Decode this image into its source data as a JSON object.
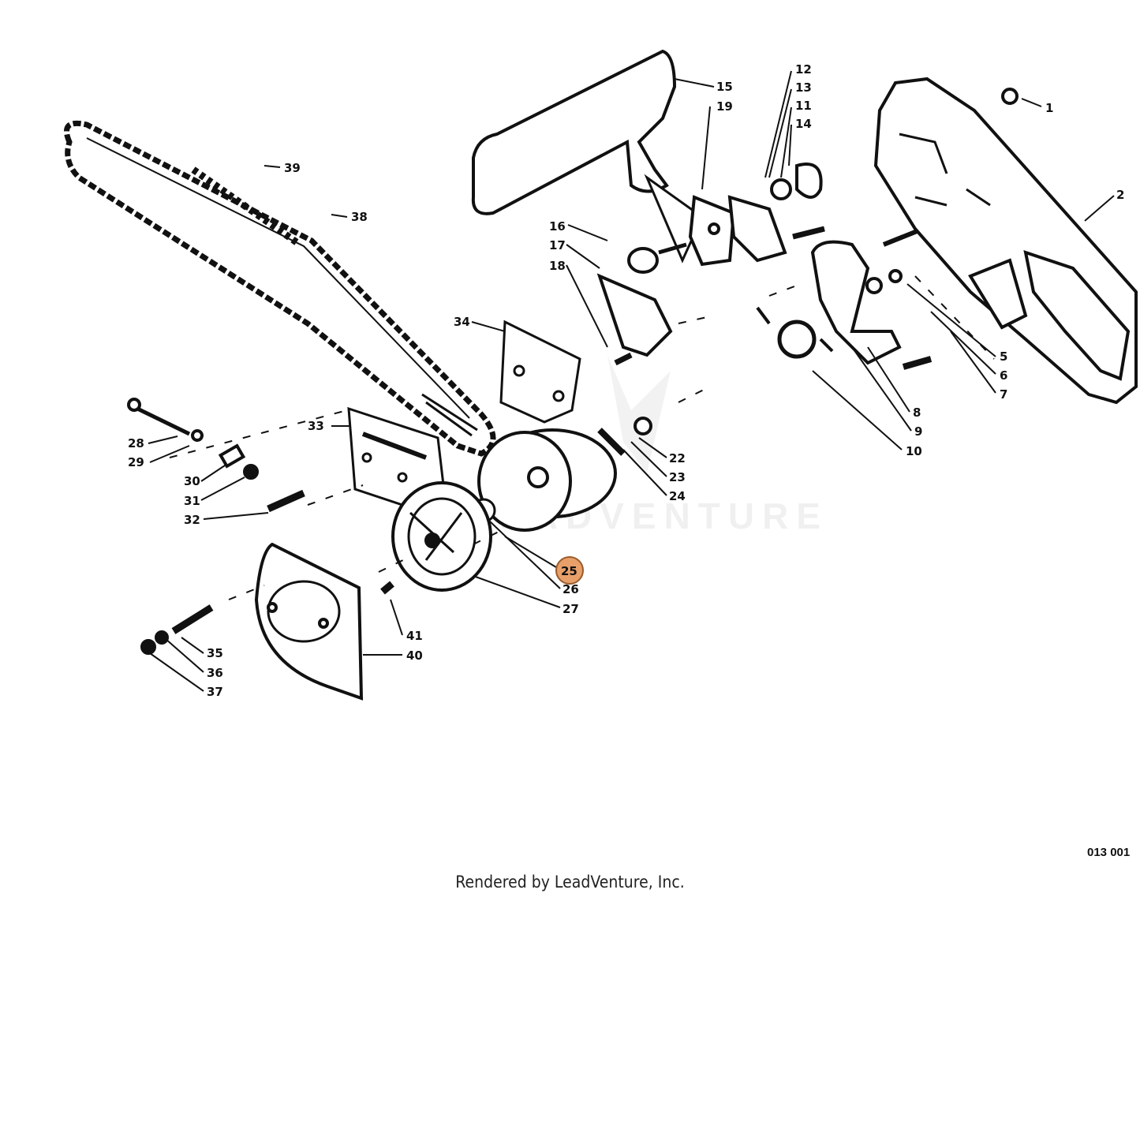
{
  "diagram": {
    "highlighted_part": "25",
    "highlight_color": "#e8a06a",
    "watermark_text": "LEADVENTURE",
    "drawing_code": "013 001",
    "footer_text": "Rendered by LeadVenture, Inc.",
    "parts": [
      {
        "id": "1",
        "label": "1"
      },
      {
        "id": "2",
        "label": "2"
      },
      {
        "id": "5",
        "label": "5"
      },
      {
        "id": "6",
        "label": "6"
      },
      {
        "id": "7",
        "label": "7"
      },
      {
        "id": "8",
        "label": "8"
      },
      {
        "id": "9",
        "label": "9"
      },
      {
        "id": "10",
        "label": "10"
      },
      {
        "id": "11",
        "label": "11"
      },
      {
        "id": "12",
        "label": "12"
      },
      {
        "id": "13",
        "label": "13"
      },
      {
        "id": "14",
        "label": "14"
      },
      {
        "id": "15",
        "label": "15"
      },
      {
        "id": "16",
        "label": "16"
      },
      {
        "id": "17",
        "label": "17"
      },
      {
        "id": "18",
        "label": "18"
      },
      {
        "id": "19",
        "label": "19"
      },
      {
        "id": "22",
        "label": "22"
      },
      {
        "id": "23",
        "label": "23"
      },
      {
        "id": "24",
        "label": "24"
      },
      {
        "id": "25",
        "label": "25"
      },
      {
        "id": "26",
        "label": "26"
      },
      {
        "id": "27",
        "label": "27"
      },
      {
        "id": "28",
        "label": "28"
      },
      {
        "id": "29",
        "label": "29"
      },
      {
        "id": "30",
        "label": "30"
      },
      {
        "id": "31",
        "label": "31"
      },
      {
        "id": "32",
        "label": "32"
      },
      {
        "id": "33",
        "label": "33"
      },
      {
        "id": "34",
        "label": "34"
      },
      {
        "id": "35",
        "label": "35"
      },
      {
        "id": "36",
        "label": "36"
      },
      {
        "id": "37",
        "label": "37"
      },
      {
        "id": "38",
        "label": "38"
      },
      {
        "id": "39",
        "label": "39"
      },
      {
        "id": "40",
        "label": "40"
      },
      {
        "id": "41",
        "label": "41"
      }
    ]
  }
}
